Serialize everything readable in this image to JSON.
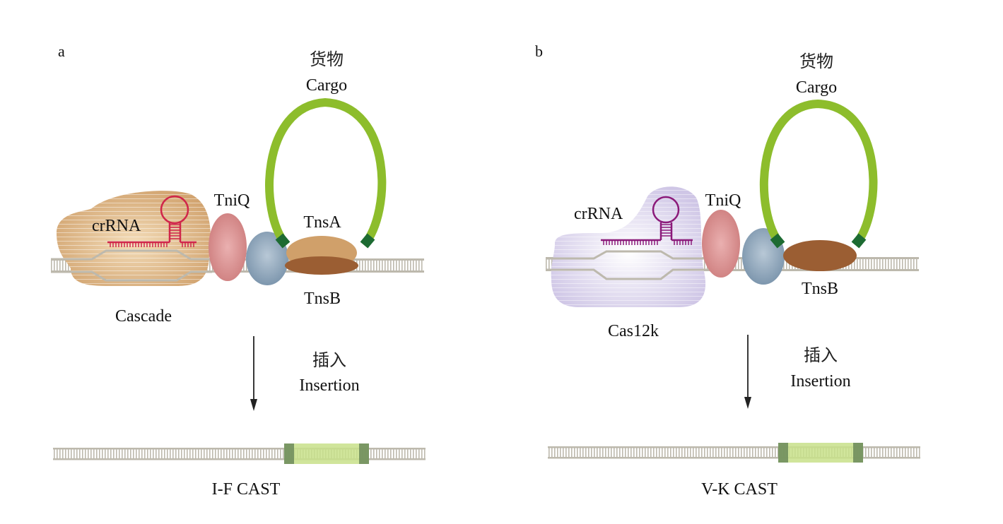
{
  "panels": [
    {
      "id": "a",
      "panel_label": "a",
      "cargo_cn": "货物",
      "cargo_en": "Cargo",
      "crRNA": "crRNA",
      "tniq": "TniQ",
      "tnsa": "TnsA",
      "tnsb": "TnsB",
      "complex": "Cascade",
      "insertion_cn": "插入",
      "insertion_en": "Insertion",
      "system": "I-F CAST",
      "complex_color": "#d7ae7a",
      "crRNA_color": "#d0264a"
    },
    {
      "id": "b",
      "panel_label": "b",
      "cargo_cn": "货物",
      "cargo_en": "Cargo",
      "crRNA": "crRNA",
      "tniq": "TniQ",
      "tnsb": "TnsB",
      "complex": "Cas12k",
      "insertion_cn": "插入",
      "insertion_en": "Insertion",
      "system": "V-K CAST",
      "complex_color": "#d9d2ec",
      "crRNA_color": "#8b1a7a"
    }
  ],
  "colors": {
    "cargo": "#8dbd2c",
    "cargo_end": "#1d6b32",
    "tniq": "#d98c8c",
    "tnsc": "#8aa3b8",
    "tnsb": "#9b5e33",
    "tnsa": "#d0a06a",
    "dna": "#bdb9ad",
    "insert": "#c8e08a",
    "insert_end": "#6b8a5a"
  }
}
